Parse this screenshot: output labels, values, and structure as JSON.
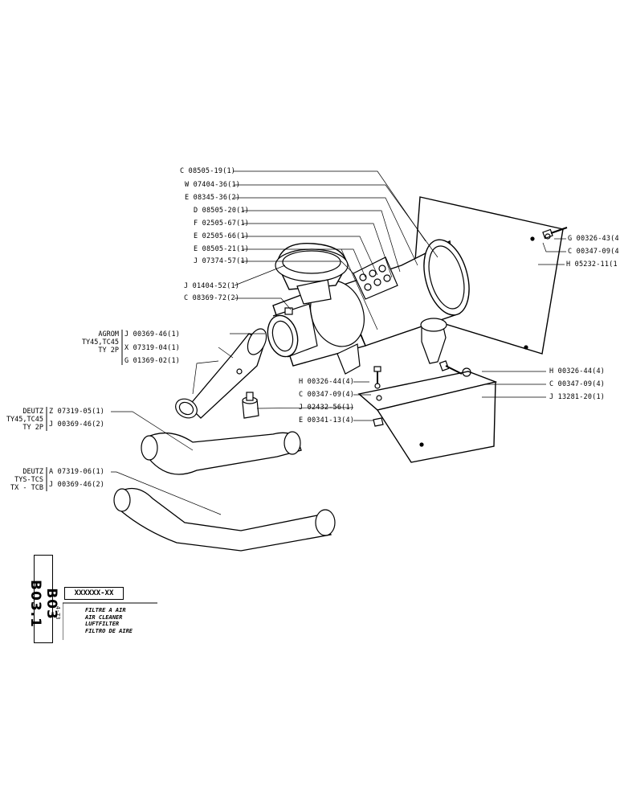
{
  "labels": {
    "c08505_19": "C 08505-19(1)",
    "w07404_36": "W 07404-36(1)",
    "e08345_36": "E 08345-36(2)",
    "d08505_20": "D 08505-20(1)",
    "f02505_67": "F 02505-67(1)",
    "e02505_66": "E 02505-66(1)",
    "e08505_21": "E 08505-21(1)",
    "j07374_57": "J 07374-57(1)",
    "j01404_52": "J 01404-52(1)",
    "c08369_72": "C 08369-72(2)",
    "g00326_43": "G 00326-43(4",
    "c00347_09_top": "C 00347-09(4",
    "h05232_11": "H 05232-11(1",
    "j00369_46_1": "J 00369-46(1)",
    "x07319_04": "X 07319-04(1)",
    "g01369_02": "G 01369-02(1)",
    "h00326_44_a": "H 00326-44(4)",
    "c00347_09_a": "C 00347-09(4)",
    "j02432_56": "J 02432-56(1)",
    "e00341_13": "E 00341-13(4)",
    "h00326_44_b": "H 00326-44(4)",
    "c00347_09_b": "C 00347-09(4)",
    "j13281_20": "J 13281-20(1)",
    "z07319_05": "Z 07319-05(1)",
    "j00369_46_2a": "J 00369-46(2)",
    "a07319_06": "A 07319-06(1)",
    "j00369_46_2b": "J 00369-46(2)"
  },
  "groups": {
    "agrom": [
      "AGROM",
      "TY45,TC45",
      "TY 2P"
    ],
    "deutz1": [
      "DEUTZ",
      "TY45,TC45",
      "TY 2P"
    ],
    "deutz2": [
      "DEUTZ",
      "TYS-TCS",
      "TX - TCB"
    ]
  },
  "sheet": {
    "code": "B03 B03.1",
    "date": "4-73",
    "part_code": "XXXXXX-XX",
    "titles": [
      "FILTRE A AIR",
      "AIR CLEANER",
      "LUFTFILTER",
      "FILTRO DE AIRE"
    ]
  }
}
